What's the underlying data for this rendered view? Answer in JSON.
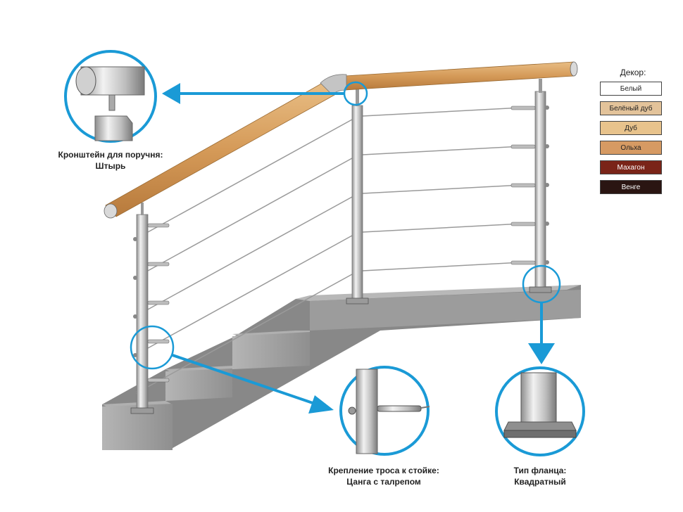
{
  "captions": {
    "bracket": [
      "Кронштейн для поручня:",
      "Штырь"
    ],
    "cable_mount": [
      "Крепление троса к стойке:",
      "Цанга с талрепом"
    ],
    "flange": [
      "Тип фланца:",
      "Квадратный"
    ]
  },
  "legend": {
    "title": "Декор:",
    "items": [
      {
        "label": "Белый",
        "color": "#ffffff",
        "text_color": "#222222"
      },
      {
        "label": "Белёный дуб",
        "color": "#e3c39a",
        "text_color": "#222222"
      },
      {
        "label": "Дуб",
        "color": "#e8c38c",
        "text_color": "#222222"
      },
      {
        "label": "Ольха",
        "color": "#d69a63",
        "text_color": "#222222"
      },
      {
        "label": "Махагон",
        "color": "#7a2418",
        "text_color": "#ffffff"
      },
      {
        "label": "Венге",
        "color": "#2a1512",
        "text_color": "#ffffff"
      }
    ]
  },
  "colors": {
    "accent": "#1a9ad6",
    "handrail": "#d9a56a",
    "steel": "#c8c8c8",
    "concrete": "#8a8a8a"
  }
}
